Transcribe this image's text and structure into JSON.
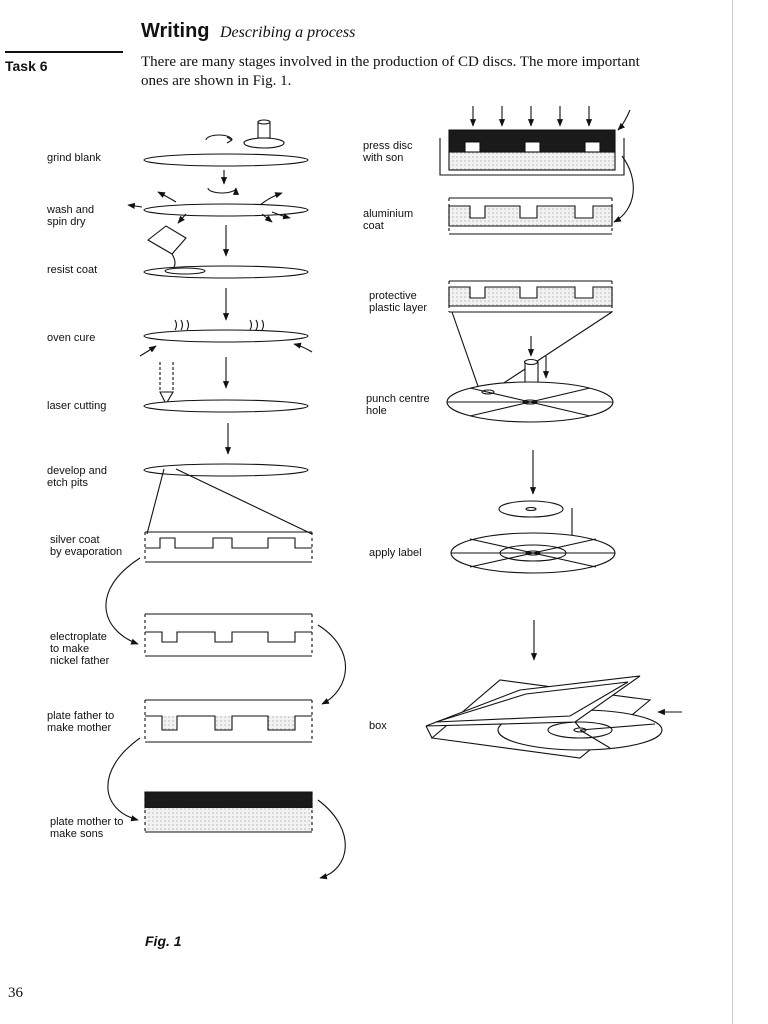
{
  "header": {
    "title": "Writing",
    "subtitle": "Describing a process",
    "task": "Task 6"
  },
  "intro": "There are many stages involved in the production of CD discs. The more important ones are shown in Fig. 1.",
  "left_steps": [
    "grind blank",
    "wash and\nspin dry",
    "resist coat",
    "oven cure",
    "laser cutting",
    "develop and\netch pits",
    "silver coat\nby evaporation",
    "electroplate\nto make\nnickel father",
    "plate father to\nmake mother",
    "plate mother to\nmake sons"
  ],
  "right_steps": [
    "press disc\nwith son",
    "aluminium\ncoat",
    "protective\nplastic layer",
    "punch centre\nhole",
    "apply label",
    "box"
  ],
  "figure_caption": "Fig. 1",
  "page_number": "36"
}
